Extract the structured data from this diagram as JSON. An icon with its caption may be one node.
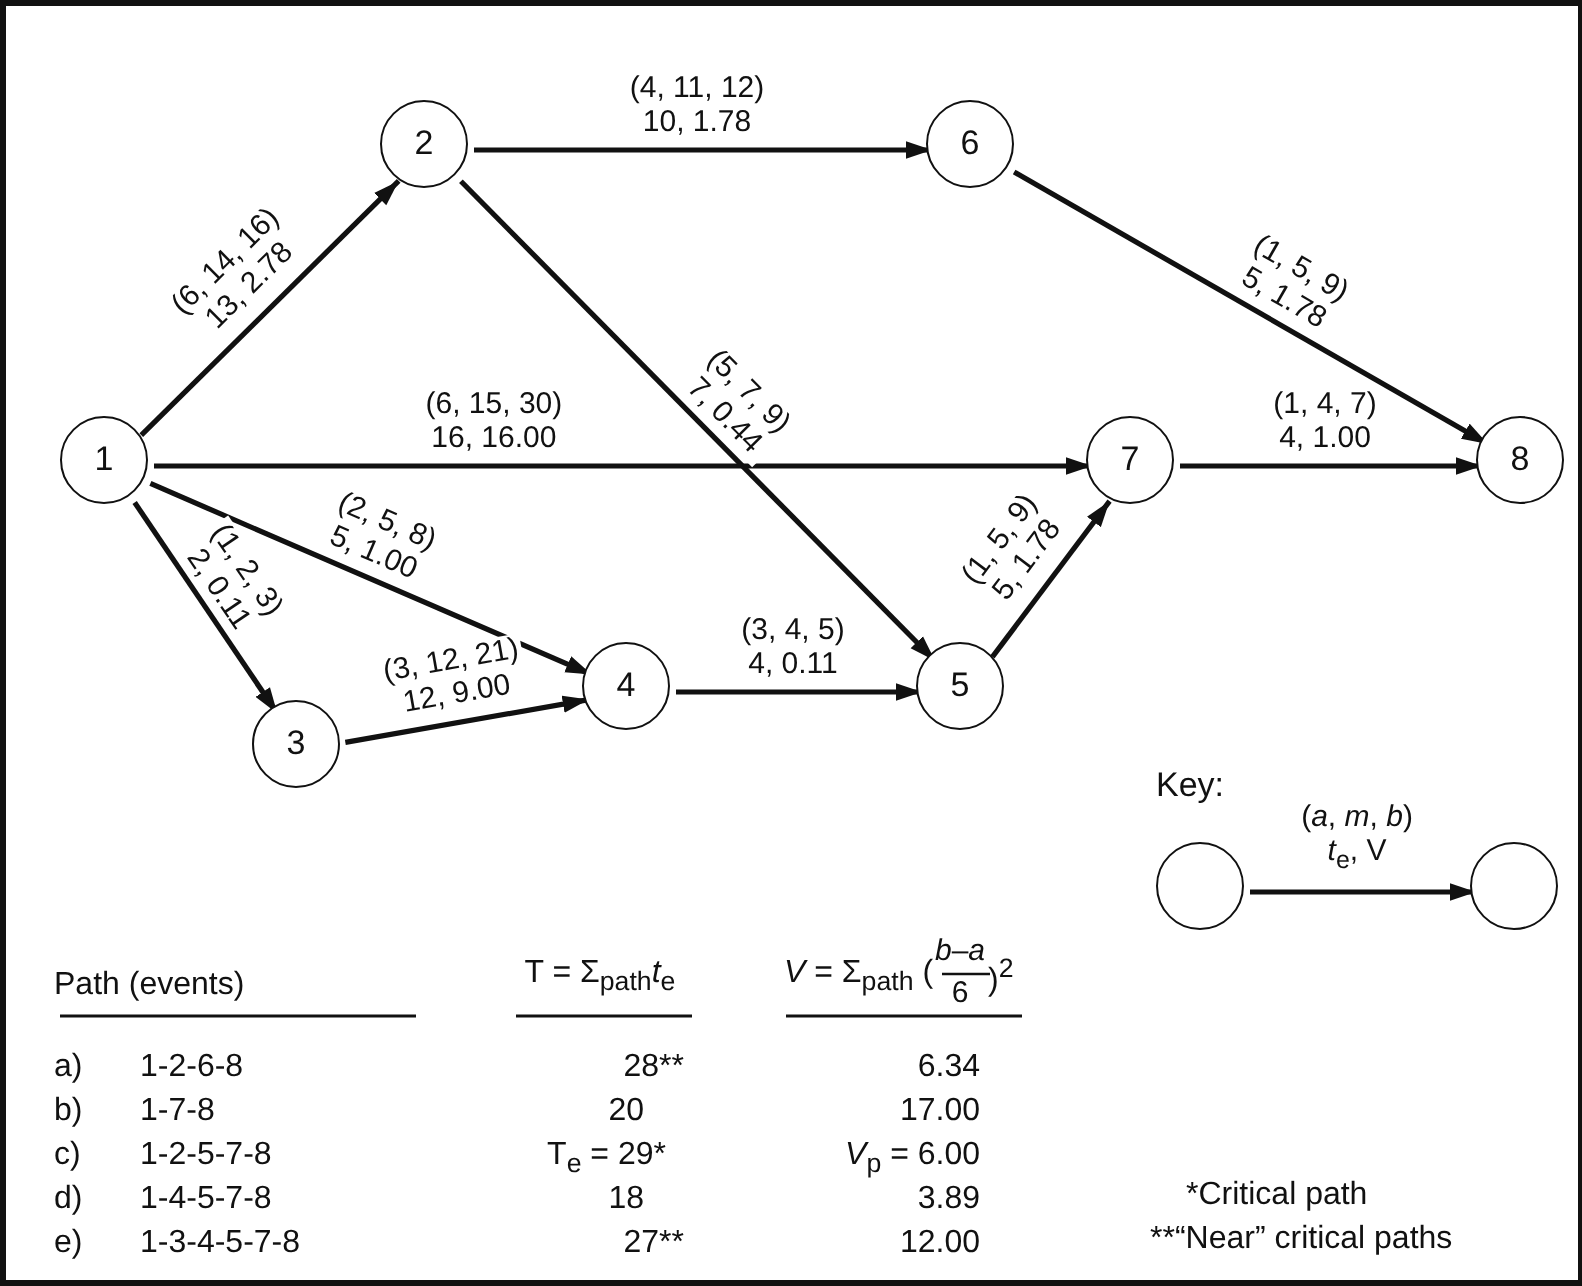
{
  "diagram": {
    "nodes": [
      {
        "text": [
          "1"
        ]
      },
      {
        "text": [
          "2"
        ]
      },
      {
        "text": [
          "3"
        ]
      },
      {
        "text": [
          "4"
        ]
      },
      {
        "text": [
          "5"
        ]
      },
      {
        "text": [
          "6"
        ]
      },
      {
        "text": [
          "7"
        ]
      },
      {
        "text": [
          "8"
        ]
      },
      {
        "text": [],
        "shape": "circle"
      },
      {
        "text": [],
        "shape": "circle"
      }
    ],
    "edges": [
      {
        "from": 0,
        "to": 1,
        "arrow": "to",
        "label": "(6, 14, 16) 13, 2.78"
      },
      {
        "from": 1,
        "to": 5,
        "arrow": "to",
        "label": "(4, 11, 12) 10, 1.78"
      },
      {
        "from": 1,
        "to": 4,
        "arrow": "to",
        "label": "(5, 7, 9) 7, 0.44"
      },
      {
        "from": 5,
        "to": 7,
        "arrow": "to",
        "label": "(1, 5, 9) 5, 1.78"
      },
      {
        "from": 0,
        "to": 6,
        "arrow": "to",
        "label": "(6, 15, 30) 16, 16.00"
      },
      {
        "from": 6,
        "to": 7,
        "arrow": "to",
        "label": "(1, 4, 7) 4, 1.00"
      },
      {
        "from": 0,
        "to": 3,
        "arrow": "to",
        "label": "(2, 5, 8) 5, 1.00"
      },
      {
        "from": 0,
        "to": 2,
        "arrow": "to",
        "label": "(1, 2, 3) 2, 0.11"
      },
      {
        "from": 2,
        "to": 3,
        "arrow": "to",
        "label": "(3, 12, 21) 12, 9.00"
      },
      {
        "from": 3,
        "to": 4,
        "arrow": "to",
        "label": "(3, 4, 5) 4, 0.11"
      },
      {
        "from": 4,
        "to": 6,
        "arrow": "to",
        "label": "(1, 5, 9) 5, 1.78"
      },
      {
        "from": 8,
        "to": 9,
        "arrow": "to",
        "label": "(*a*, *m*, *b*) *t*$_{e}$, V"
      }
    ],
    "labels": [
      "Key:",
      "Path (events)",
      "T = Σ$_{path}$*t*$_{e}$",
      "*V* = Σ$_{path}$ (",
      "*b*–*a*",
      "6",
      ")$^{2}$",
      "a)",
      "1-2-6-8",
      "28**",
      "6.34",
      "b)",
      "1-7-8",
      "20",
      "17.00",
      "c)",
      "1-2-5-7-8",
      "T$_{e}$ = 29*",
      "*V*$_{p}$ =  6.00",
      "d)",
      "1-4-5-7-8",
      "18",
      "3.89",
      "e)",
      "1-3-4-5-7-8",
      "27**",
      "12.00",
      "*Critical path",
      "**“Near” critical paths"
    ]
  }
}
